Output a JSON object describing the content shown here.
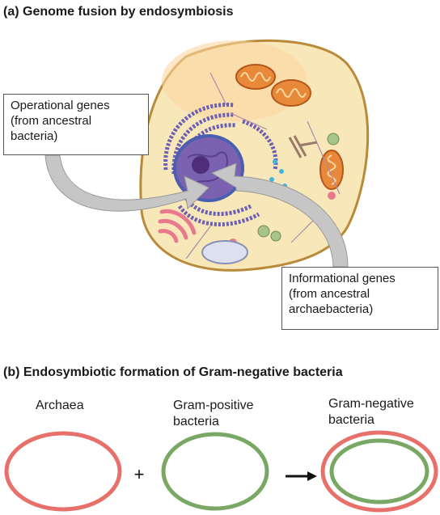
{
  "panel_a": {
    "title": "(a) Genome fusion by endosymbiosis",
    "operational": {
      "line1": "Operational genes",
      "line2": "(from ancestral",
      "line3": "bacteria)"
    },
    "informational": {
      "line1": "Informational genes",
      "line2": "(from ancestral",
      "line3": "archaebacteria)"
    }
  },
  "panel_b": {
    "title": "(b) Endosymbiotic formation of Gram-negative bacteria",
    "archaea": "Archaea",
    "gram_positive": {
      "line1": "Gram-positive",
      "line2": "bacteria"
    },
    "gram_negative": {
      "line1": "Gram-negative",
      "line2": "bacteria"
    },
    "plus": "+",
    "colors": {
      "archaea_ring": "#e8706a",
      "gram_positive_ring": "#79a864"
    }
  }
}
